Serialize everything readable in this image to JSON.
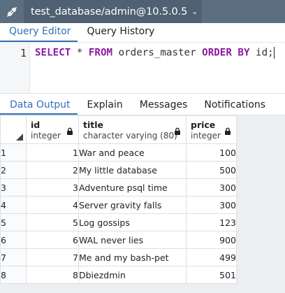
{
  "connection": {
    "label": "test_database/admin@10.5.0.5"
  },
  "query_tabs": [
    "Query Editor",
    "Query History"
  ],
  "editor": {
    "line_number": "1",
    "kw1": "SELECT",
    "part2": " * ",
    "kw2": "FROM",
    "part4": " orders_master ",
    "kw3": "ORDER BY",
    "part6": " id;"
  },
  "output_tabs": [
    "Data Output",
    "Explain",
    "Messages",
    "Notifications"
  ],
  "grid": {
    "columns": [
      {
        "name": "id",
        "type": "integer"
      },
      {
        "name": "title",
        "type": "character varying (80)"
      },
      {
        "name": "price",
        "type": "integer"
      }
    ],
    "rows": [
      {
        "n": "1",
        "id": "1",
        "title": "War and peace",
        "price": "100"
      },
      {
        "n": "2",
        "id": "2",
        "title": "My little database",
        "price": "500"
      },
      {
        "n": "3",
        "id": "3",
        "title": "Adventure psql time",
        "price": "300"
      },
      {
        "n": "4",
        "id": "4",
        "title": "Server gravity falls",
        "price": "300"
      },
      {
        "n": "5",
        "id": "5",
        "title": "Log gossips",
        "price": "123"
      },
      {
        "n": "6",
        "id": "6",
        "title": "WAL never lies",
        "price": "900"
      },
      {
        "n": "7",
        "id": "7",
        "title": "Me and my bash-pet",
        "price": "499"
      },
      {
        "n": "8",
        "id": "8",
        "title": "Dbiezdmin",
        "price": "501"
      }
    ]
  }
}
